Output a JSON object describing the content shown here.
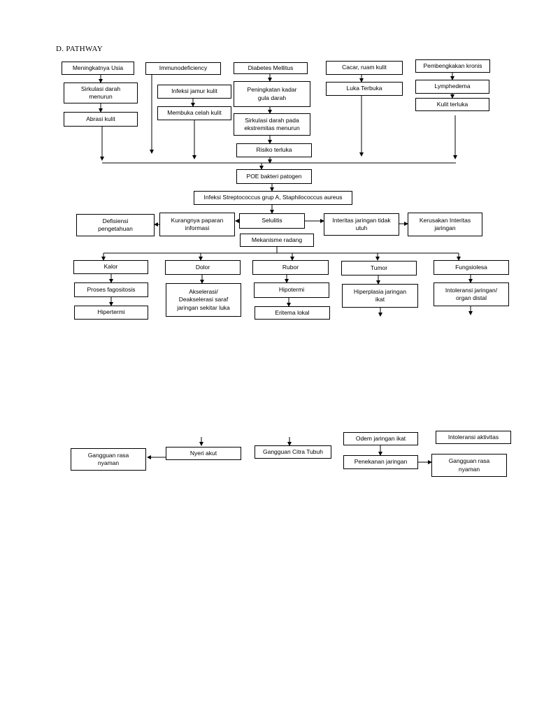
{
  "heading": "D.  PATHWAY",
  "nodes": {
    "usia": "Meningkatnya Usia",
    "sirkulasi_menurun": "Sirkulasi darah\nmenurun",
    "abrasi": "Abrasi kulit",
    "immuno": "Immunodeficiency",
    "infeksi_jamur": "Infeksi jamur kulit",
    "membuka_celah": "Membuka celah kulit",
    "dm": "Diabetes Mellitus",
    "peningkatan_gula": "Peningkatan kadar\ngula darah",
    "sirkulasi_ekstremitas": "Sirkulasi darah pada\nekstremitas menurun",
    "risiko_terluka": "Risiko terluka",
    "cacar": "Cacar, ruam kulit",
    "luka_terbuka": "Luka Terbuka",
    "pembengkakan": "Pembengkakan kronis",
    "lymphedema": "Lymphedema",
    "kulit_terluka": "Kulit terluka",
    "poe": "POE bakteri patogen",
    "infeksi_strep": "Infeksi Streptococcus grup A, Staphilococcus aureus",
    "defisiensi": "Defisiensi\npengetahuan",
    "kurangnya": "Kurangnya paparan\ninformasi",
    "selulitis": "Selulitis",
    "interitas_tidak_utuh": "Interitas jaringan tidak\nutuh",
    "kerusakan_interitas": "Kerusakan Interitas\njaringan",
    "mekanisme": "Mekanisme radang",
    "kalor": "Kalor",
    "dolor": "Dolor",
    "rubor": "Rubor",
    "tumor": "Tumor",
    "fungsiolesa": "Fungsiolesa",
    "fagositosis": "Proses fagositosis",
    "akselerasi": "Akselerasi/\nDeakselerasi saraf\njaringan sekitar luka",
    "hipotermi": "Hipotermi",
    "hiperplasia": "Hiperplasia jaringan\nikat",
    "intoleransi_jaringan": "Intoleransi jaringan/\norgan distal",
    "hipertermi": "Hipertermi",
    "eritema": "Eritema lokal",
    "gangguan_rasa_1": "Gangguan rasa\nnyaman",
    "nyeri_akut": "Nyeri akut",
    "citra_tubuh": "Gangguan Citra Tubuh",
    "odem": "Odem jaringan ikat",
    "intoleransi_aktivitas": "Intoleransi aktivitas",
    "penekanan": "Penekanan jaringan",
    "gangguan_rasa_2": "Gangguan rasa\nnyaman"
  }
}
